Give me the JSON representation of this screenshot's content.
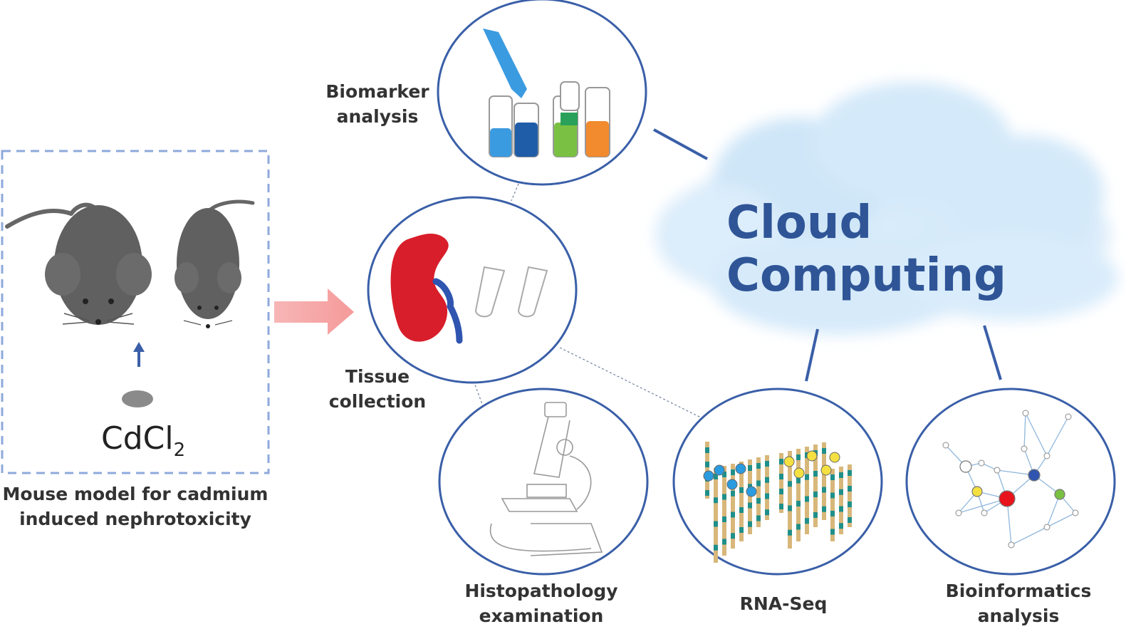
{
  "diagram": {
    "cloud_title": "Cloud Computing",
    "compound": {
      "main": "CdCl",
      "sub": "2"
    },
    "labels": {
      "model": [
        "Mouse model for cadmium",
        "induced nephrotoxicity"
      ],
      "tissue": [
        "Tissue",
        "collection"
      ],
      "biomarker": [
        "Biomarker",
        "analysis"
      ],
      "histopathology": [
        "Histopathology",
        "examination"
      ],
      "rnaseq": [
        "RNA-Seq"
      ],
      "bioinformatics": [
        "Bioinformatics",
        "analysis"
      ]
    },
    "colors": {
      "circle": "#3a5fa8",
      "title": "#2f5597",
      "cloud": "#cfe6f8",
      "dashed_box": "#8ea9db",
      "arrow": "#f4a6a6",
      "kidney": "#d81e2a",
      "tube_blue": "#3b9be0",
      "tube_navy": "#1f5da8",
      "tube_green": "#7ac143",
      "tube_orange": "#f28a2e"
    }
  }
}
